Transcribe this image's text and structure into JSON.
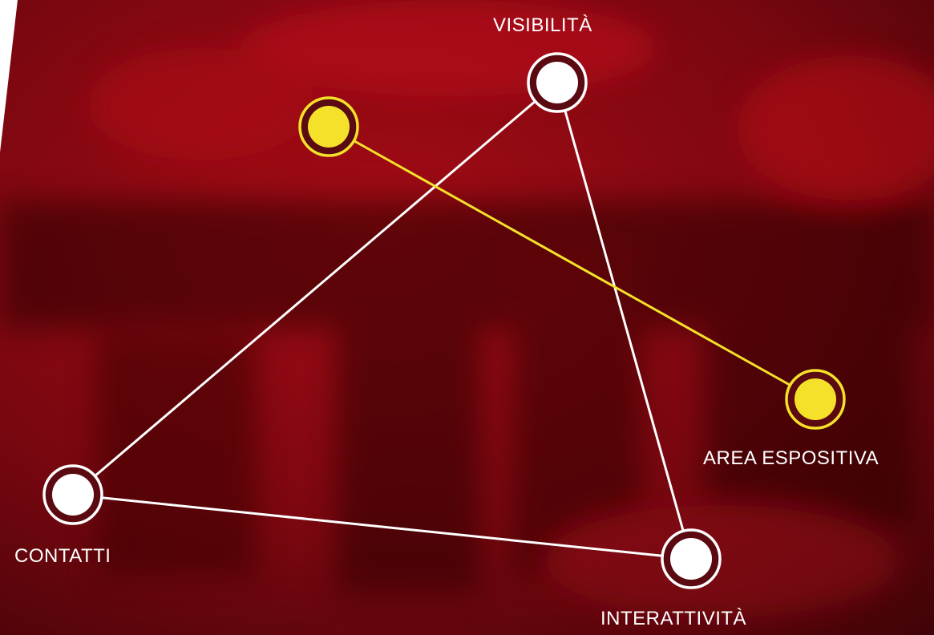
{
  "colors": {
    "background_dark": "#3a0206",
    "background_red": "#9e0b14",
    "white_line": "#ffffff",
    "yellow_line": "#f5e12a",
    "node_ring_fill": "#5a0a10"
  },
  "nodes": [
    {
      "id": "visibilita",
      "label": "VISIBILITÀ",
      "color": "white"
    },
    {
      "id": "yellow-top",
      "label": "",
      "color": "yellow"
    },
    {
      "id": "area-espositiva",
      "label": "AREA ESPOSITIVA",
      "color": "yellow"
    },
    {
      "id": "contatti",
      "label": "CONTATTI",
      "color": "white"
    },
    {
      "id": "interattivita",
      "label": "INTERATTIVITÀ",
      "color": "white"
    }
  ],
  "labels": {
    "visibilita": "VISIBILITÀ",
    "area_espositiva": "AREA ESPOSITIVA",
    "contatti": "CONTATTI",
    "interattivita": "INTERATTIVITÀ"
  }
}
